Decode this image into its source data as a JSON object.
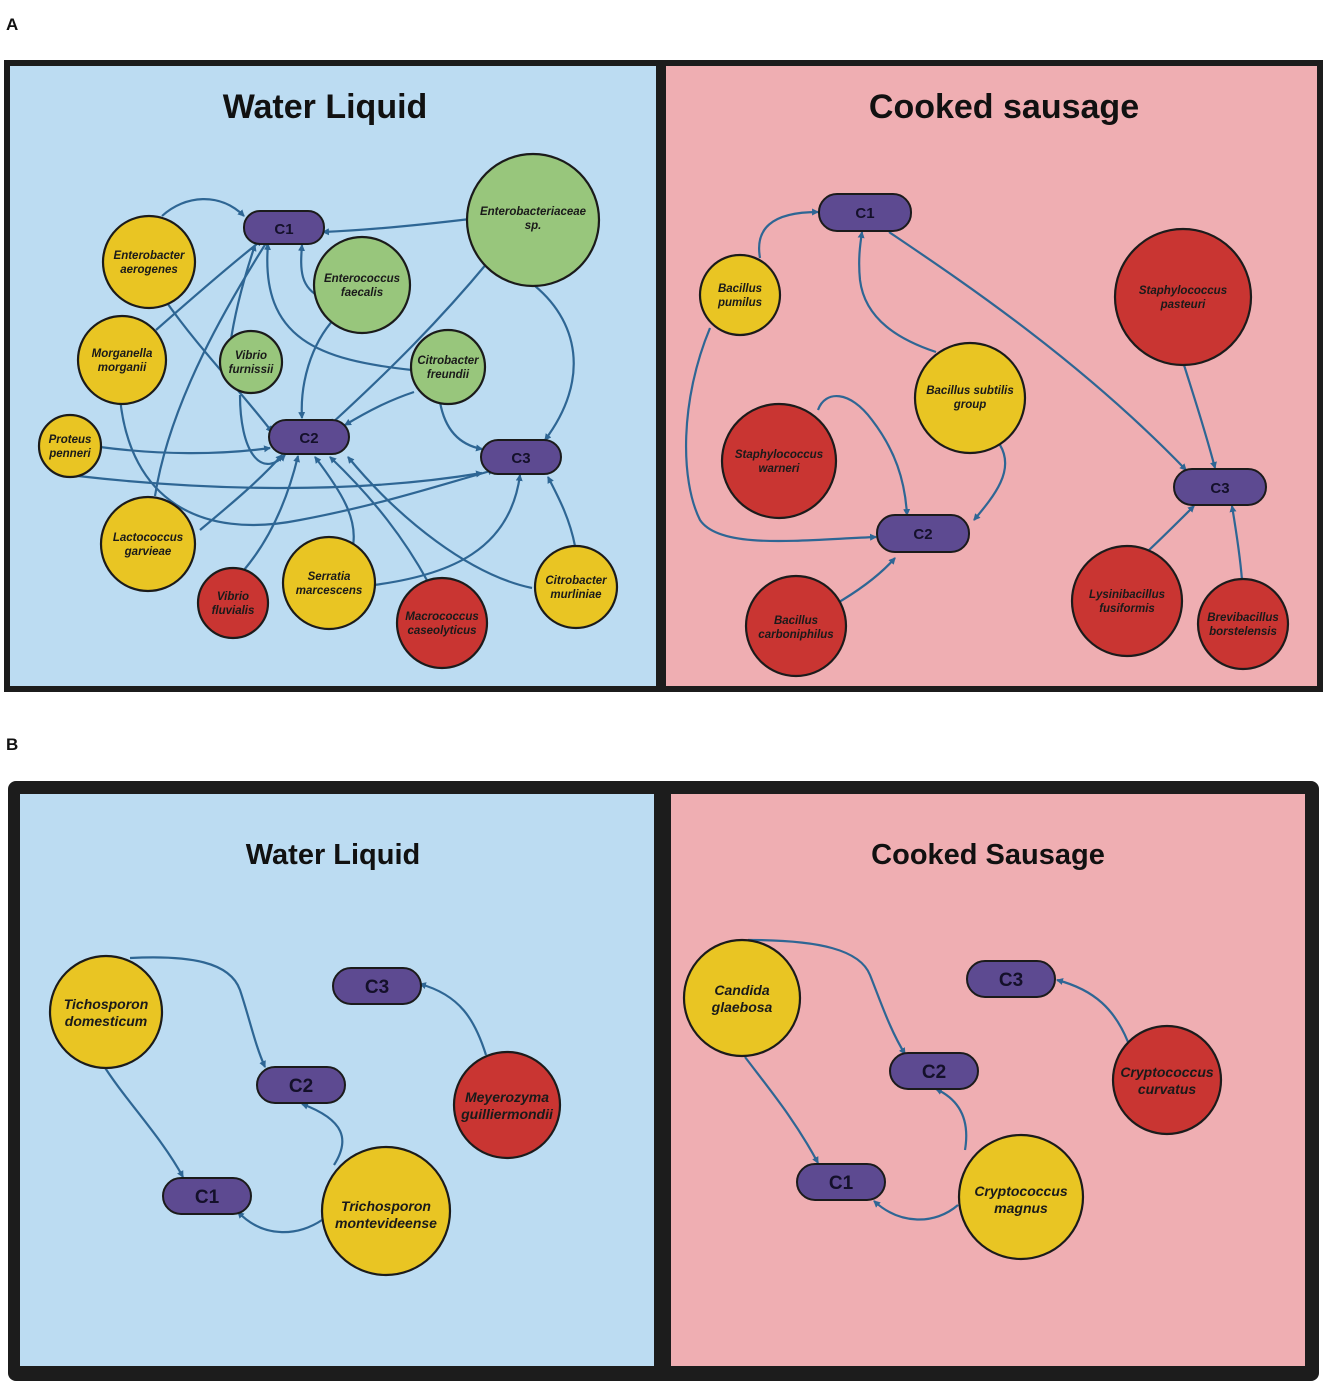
{
  "colors": {
    "water_bg": "#bcdcf2",
    "sausage_bg": "#efaeb2",
    "frame": "#1c1c1c",
    "edge": "#2e6694",
    "cluster_fill": "#5d4a91",
    "yellow": "#e9c523",
    "green": "#98c67c",
    "red": "#c93532"
  },
  "panels": [
    {
      "letter": "A",
      "left": {
        "title": "Water Liquid",
        "clusters": [
          "C1",
          "C2",
          "C3"
        ],
        "nodes": [
          {
            "id": "ent_aer",
            "lines": [
              "Enterobacter",
              "aerogenes"
            ],
            "color": "yellow"
          },
          {
            "id": "mor_mor",
            "lines": [
              "Morganella",
              "morganii"
            ],
            "color": "yellow"
          },
          {
            "id": "pro_pen",
            "lines": [
              "Proteus",
              "penneri"
            ],
            "color": "yellow"
          },
          {
            "id": "lac_gar",
            "lines": [
              "Lactococcus",
              "garvieae"
            ],
            "color": "yellow"
          },
          {
            "id": "vib_flu",
            "lines": [
              "Vibrio",
              "fluvialis"
            ],
            "color": "red"
          },
          {
            "id": "ser_mar",
            "lines": [
              "Serratia",
              "marcescens"
            ],
            "color": "yellow"
          },
          {
            "id": "mac_cas",
            "lines": [
              "Macrococcus",
              "caseolyticus"
            ],
            "color": "red"
          },
          {
            "id": "cit_mur",
            "lines": [
              "Citrobacter",
              "murliniae"
            ],
            "color": "yellow"
          },
          {
            "id": "ent_sp",
            "lines": [
              "Enterobacteriaceae",
              "sp."
            ],
            "color": "green"
          },
          {
            "id": "ent_fae",
            "lines": [
              "Enterococcus",
              "faecalis"
            ],
            "color": "green"
          },
          {
            "id": "vib_fur",
            "lines": [
              "Vibrio",
              "furnissii"
            ],
            "color": "green"
          },
          {
            "id": "cit_fre",
            "lines": [
              "Citrobacter",
              "freundii"
            ],
            "color": "green"
          }
        ]
      },
      "right": {
        "title": "Cooked sausage",
        "clusters": [
          "C1",
          "C2",
          "C3"
        ],
        "nodes": [
          {
            "id": "bac_pum",
            "lines": [
              "Bacillus",
              "pumilus"
            ],
            "color": "yellow"
          },
          {
            "id": "bac_sub",
            "lines": [
              "Bacillus subtilis",
              "group"
            ],
            "color": "yellow"
          },
          {
            "id": "sta_war",
            "lines": [
              "Staphylococcus",
              "warneri"
            ],
            "color": "red"
          },
          {
            "id": "sta_pas",
            "lines": [
              "Staphylococcus",
              "pasteuri"
            ],
            "color": "red"
          },
          {
            "id": "bac_car",
            "lines": [
              "Bacillus",
              "carboniphilus"
            ],
            "color": "red"
          },
          {
            "id": "lys_fus",
            "lines": [
              "Lysinibacillus",
              "fusiformis"
            ],
            "color": "red"
          },
          {
            "id": "bre_bor",
            "lines": [
              "Brevibacillus",
              "borstelensis"
            ],
            "color": "red"
          }
        ]
      }
    },
    {
      "letter": "B",
      "left": {
        "title": "Water Liquid",
        "clusters": [
          "C1",
          "C2",
          "C3"
        ],
        "nodes": [
          {
            "id": "tic_dom",
            "lines": [
              "Tichosporon",
              "domesticum"
            ],
            "color": "yellow"
          },
          {
            "id": "tri_mon",
            "lines": [
              "Trichosporon",
              "montevideense"
            ],
            "color": "yellow"
          },
          {
            "id": "mey_gui",
            "lines": [
              "Meyerozyma",
              "guilliermondii"
            ],
            "color": "red"
          }
        ]
      },
      "right": {
        "title": "Cooked Sausage",
        "clusters": [
          "C1",
          "C2",
          "C3"
        ],
        "nodes": [
          {
            "id": "can_gla",
            "lines": [
              "Candida",
              "glaebosa"
            ],
            "color": "yellow"
          },
          {
            "id": "cry_mag",
            "lines": [
              "Cryptococcus",
              "magnus"
            ],
            "color": "yellow"
          },
          {
            "id": "cry_cur",
            "lines": [
              "Cryptococcus",
              "curvatus"
            ],
            "color": "red"
          }
        ]
      }
    }
  ],
  "edges": {
    "A_left": [
      {
        "from": "ent_aer",
        "to": "C1"
      },
      {
        "from": "ent_aer",
        "to": "C2"
      },
      {
        "from": "mor_mor",
        "to": "C1"
      },
      {
        "from": "mor_mor",
        "to": "C3"
      },
      {
        "from": "pro_pen",
        "to": "C2"
      },
      {
        "from": "pro_pen",
        "to": "C3"
      },
      {
        "from": "lac_gar",
        "to": "C1"
      },
      {
        "from": "lac_gar",
        "to": "C2"
      },
      {
        "from": "vib_flu",
        "to": "C2"
      },
      {
        "from": "ser_mar",
        "to": "C2"
      },
      {
        "from": "ser_mar",
        "to": "C3"
      },
      {
        "from": "mac_cas",
        "to": "C2"
      },
      {
        "from": "cit_mur",
        "to": "C2"
      },
      {
        "from": "cit_mur",
        "to": "C3"
      },
      {
        "from": "ent_sp",
        "to": "C1"
      },
      {
        "from": "ent_sp",
        "to": "C2"
      },
      {
        "from": "ent_sp",
        "to": "C3"
      },
      {
        "from": "ent_fae",
        "to": "C1"
      },
      {
        "from": "ent_fae",
        "to": "C2"
      },
      {
        "from": "vib_fur",
        "to": "C1"
      },
      {
        "from": "vib_fur",
        "to": "C2"
      },
      {
        "from": "cit_fre",
        "to": "C1"
      },
      {
        "from": "cit_fre",
        "to": "C2"
      },
      {
        "from": "cit_fre",
        "to": "C3"
      }
    ],
    "A_right": [
      {
        "from": "bac_pum",
        "to": "C1"
      },
      {
        "from": "bac_pum",
        "to": "C2"
      },
      {
        "from": "bac_sub",
        "to": "C1"
      },
      {
        "from": "bac_sub",
        "to": "C2"
      },
      {
        "from": "sta_war",
        "to": "C2"
      },
      {
        "from": "bac_car",
        "to": "C2"
      },
      {
        "from": "C1",
        "to": "C3"
      },
      {
        "from": "sta_pas",
        "to": "C3"
      },
      {
        "from": "lys_fus",
        "to": "C3"
      },
      {
        "from": "bre_bor",
        "to": "C3"
      }
    ],
    "B_left": [
      {
        "from": "tic_dom",
        "to": "C2"
      },
      {
        "from": "tic_dom",
        "to": "C1"
      },
      {
        "from": "tri_mon",
        "to": "C1"
      },
      {
        "from": "tri_mon",
        "to": "C2"
      },
      {
        "from": "mey_gui",
        "to": "C3"
      }
    ],
    "B_right": [
      {
        "from": "can_gla",
        "to": "C2"
      },
      {
        "from": "can_gla",
        "to": "C1"
      },
      {
        "from": "cry_mag",
        "to": "C1"
      },
      {
        "from": "cry_mag",
        "to": "C2"
      },
      {
        "from": "cry_cur",
        "to": "C3"
      }
    ]
  }
}
